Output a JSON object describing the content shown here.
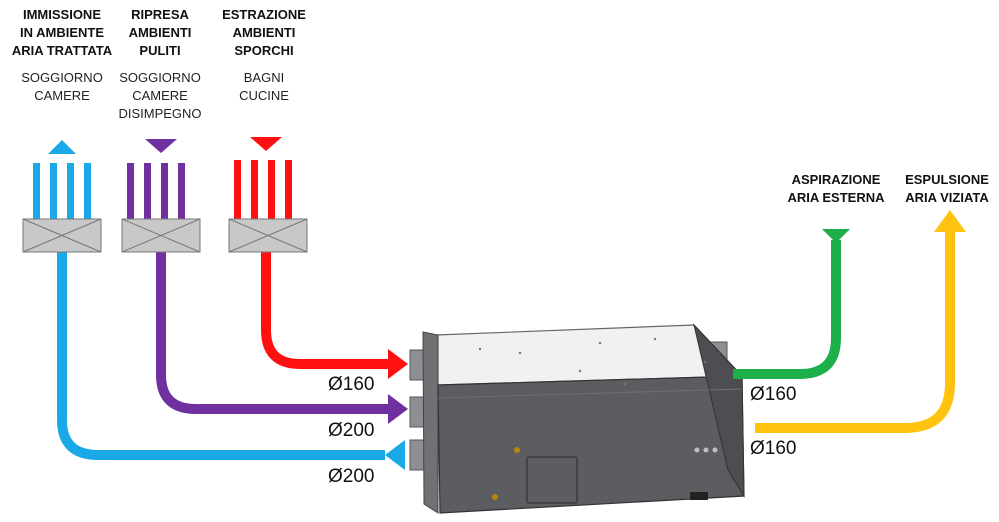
{
  "sources": [
    {
      "title": [
        "IMMISSIONE",
        "IN AMBIENTE",
        "ARIA TRATTATA"
      ],
      "rooms": [
        "SOGGIORNO",
        "CAMERE"
      ],
      "color": "#1aa9e6",
      "diameter": "Ø200"
    },
    {
      "title": [
        "RIPRESA",
        "AMBIENTI",
        "PULITI"
      ],
      "rooms": [
        "SOGGIORNO",
        "CAMERE",
        "DISIMPEGNO"
      ],
      "color": "#7030a0",
      "diameter": "Ø200"
    },
    {
      "title": [
        "ESTRAZIONE",
        "AMBIENTI",
        "SPORCHI"
      ],
      "rooms": [
        "BAGNI",
        "CUCINE"
      ],
      "color": "#ff1010",
      "diameter": "Ø160"
    }
  ],
  "outside": [
    {
      "title": [
        "ASPIRAZIONE",
        "ARIA ESTERNA"
      ],
      "color": "#1db04a",
      "diameter": "Ø160"
    },
    {
      "title": [
        "ESPULSIONE",
        "ARIA VIZIATA"
      ],
      "color": "#ffc20e",
      "diameter": "Ø160"
    }
  ]
}
